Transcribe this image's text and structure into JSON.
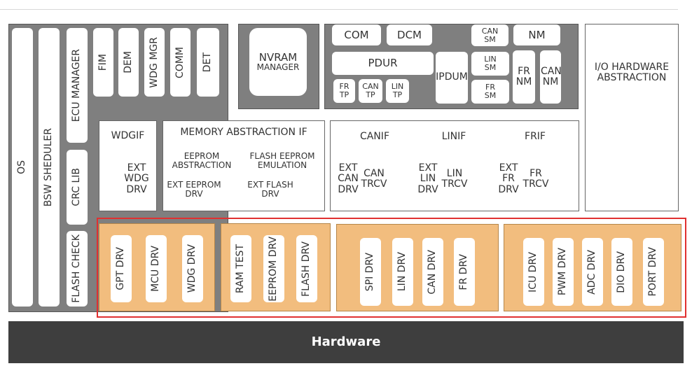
{
  "services": {
    "os": "OS",
    "bsw_scheduler": "BSW SHEDULER",
    "ecu_manager": "ECU MANAGER",
    "fim": "FIM",
    "dem": "DEM",
    "wdg_mgr": "WDG MGR",
    "comm": "COMM",
    "det": "DET",
    "crc_lib": "CRC LIB",
    "flash_check": "FLASH CHECK"
  },
  "nvram": {
    "line1": "NVRAM",
    "line2": "MANAGER"
  },
  "com_stack": {
    "com": "COM",
    "dcm": "DCM",
    "can_sm": "CAN SM",
    "nm": "NM",
    "pdur": "PDUR",
    "ipdum": "IPDUM",
    "lin_sm": "LIN SM",
    "fr_nm": "FR NM",
    "can_nm": "CAN NM",
    "fr_sm": "FR SM",
    "fr_tp": "FR TP",
    "can_tp": "CAN TP",
    "lin_tp": "LIN TP"
  },
  "io_abstraction": "I/O HARDWARE ABSTRACTION",
  "wdgif": {
    "title": "WDGIF",
    "ext": "EXT WDG DRV"
  },
  "memory_if": {
    "title": "MEMORY ABSTRACTION IF",
    "eeprom_abs": "EEPROM ABSTRACTION",
    "flash_emul": "FLASH EEPROM EMULATION",
    "ext_eeprom": "EXT EEPROM DRV",
    "ext_flash": "EXT FLASH DRV"
  },
  "comm_if": {
    "canif": "CANIF",
    "linif": "LINIF",
    "frif": "FRIF",
    "ext_can_drv": "EXT CAN DRV",
    "can_trcv": "CAN TRCV",
    "ext_lin_drv": "EXT LIN DRV",
    "lin_trcv": "LIN TRCV",
    "ext_fr_drv": "EXT FR DRV",
    "fr_trcv": "FR TRCV"
  },
  "mcal": {
    "micro": [
      "GPT DRV",
      "MCU DRV",
      "WDG DRV"
    ],
    "memory": [
      "RAM TEST",
      "EEPROM DRV",
      "FLASH DRV"
    ],
    "comm": [
      "SPI DRV",
      "LIN DRV",
      "CAN DRV",
      "FR DRV"
    ],
    "io": [
      "ICU DRV",
      "PWM DRV",
      "ADC DRV",
      "DIO DRV",
      "PORT DRV"
    ]
  },
  "hardware": "Hardware"
}
